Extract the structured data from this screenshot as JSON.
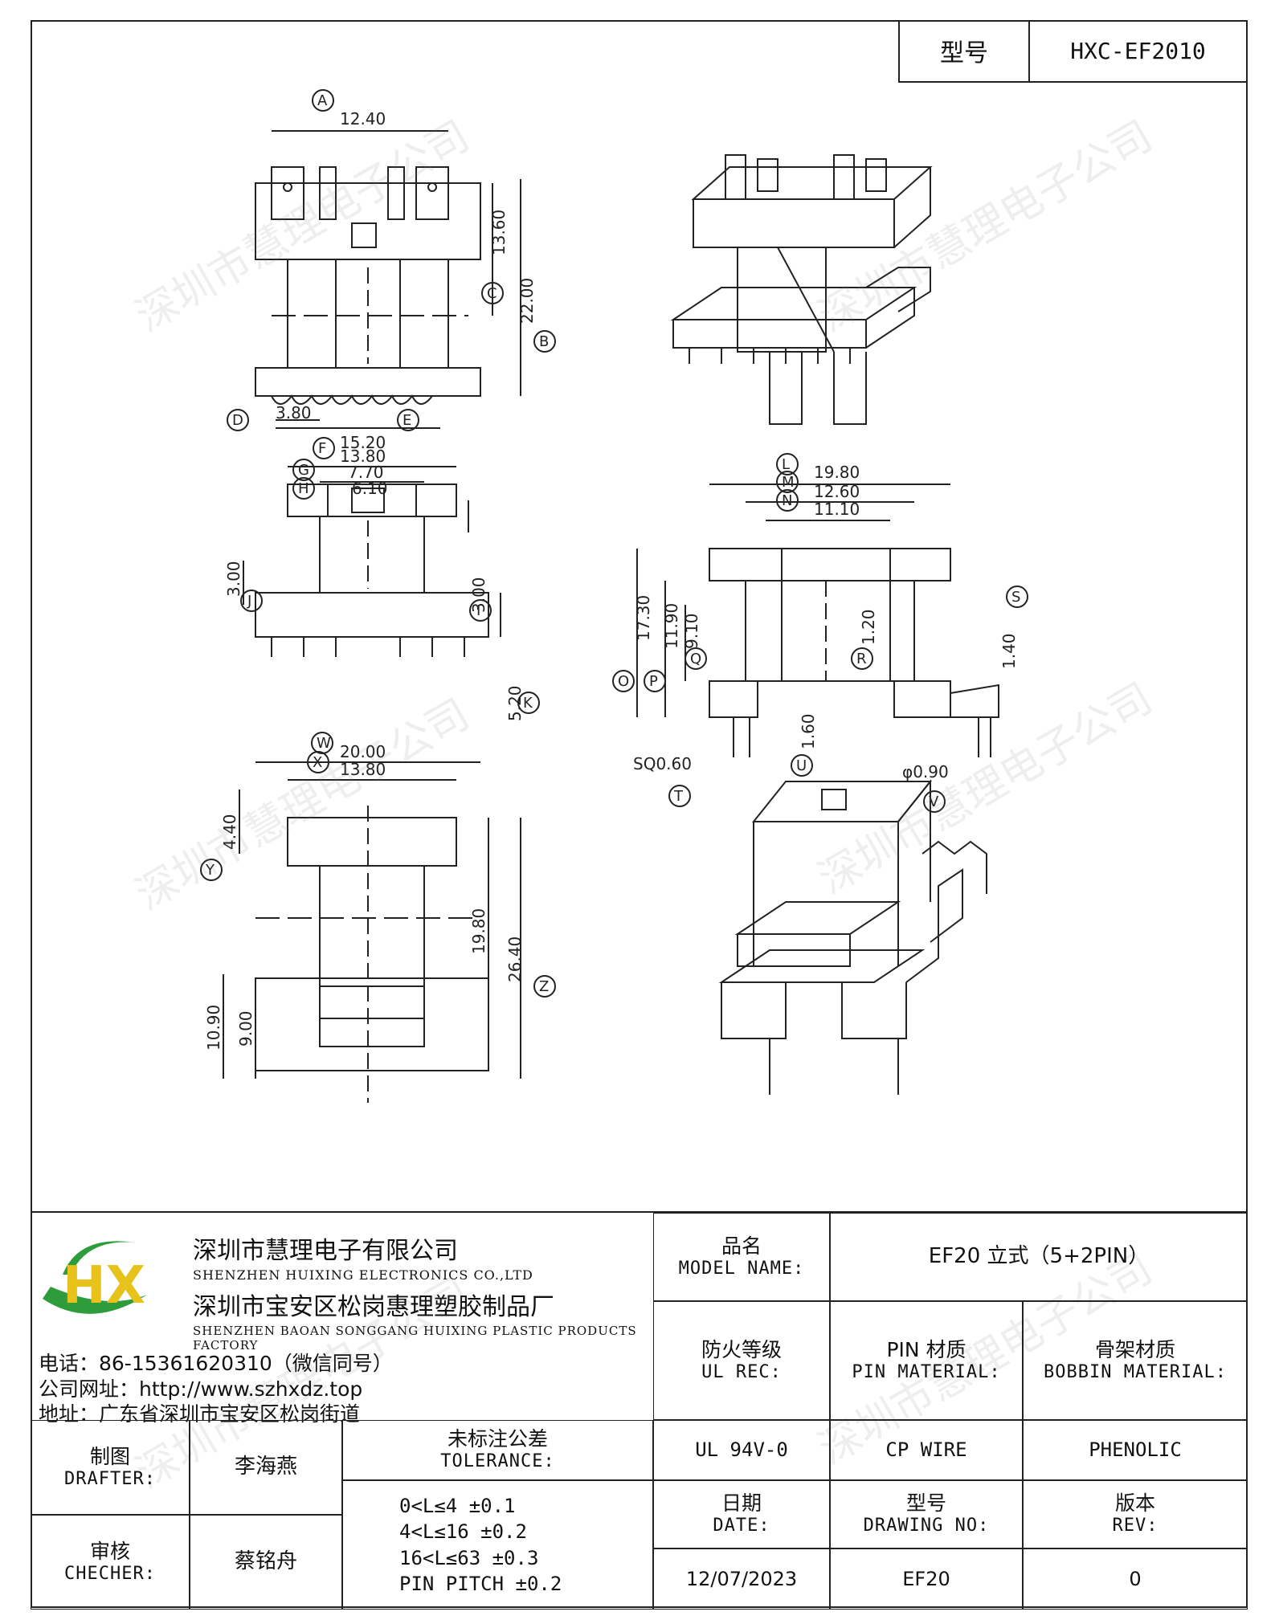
{
  "header": {
    "model_key": "型号",
    "model_value": "HXC-EF2010"
  },
  "drawing": {
    "top_view": {
      "dims": [
        "12.40",
        "13.60",
        "22.00",
        "3.80",
        "15.20"
      ],
      "tags": [
        "A",
        "B",
        "C",
        "D",
        "E"
      ]
    },
    "side_view": {
      "dims": [
        "13.80",
        "7.70",
        "6.10",
        "3.00",
        "3.00",
        "5.20"
      ],
      "tags": [
        "F",
        "G",
        "H",
        "I",
        "J",
        "K"
      ]
    },
    "front_view": {
      "dims": [
        "19.80",
        "12.60",
        "11.10",
        "17.30",
        "11.90",
        "9.10",
        "1.20",
        "1.40",
        "1.60",
        "SQ0.60",
        "φ0.90"
      ],
      "tags": [
        "L",
        "M",
        "N",
        "O",
        "P",
        "Q",
        "R",
        "S",
        "T",
        "U",
        "V"
      ]
    },
    "bottom_view": {
      "dims": [
        "20.00",
        "13.80",
        "4.40",
        "19.80",
        "26.40",
        "10.90",
        "9.00"
      ],
      "tags": [
        "W",
        "X",
        "Y",
        "Z"
      ]
    }
  },
  "watermark": "深圳市慧理电子公司",
  "company": {
    "logo_text": "HX",
    "name_cn": "深圳市慧理电子有限公司",
    "name_en": "SHENZHEN HUIXING ELECTRONICS CO.,LTD",
    "factory_cn": "深圳市宝安区松岗惠理塑胶制品厂",
    "factory_en": "SHENZHEN BAOAN SONGGANG HUIXING PLASTIC PRODUCTS FACTORY",
    "phone": "电话：86-15361620310（微信同号）",
    "website": "公司网址：http://www.szhxdz.top",
    "address": "地址：广东省深圳市宝安区松岗街道"
  },
  "title_block": {
    "model_name_cn": "品名",
    "model_name_en": "MODEL NAME:",
    "model_name_value": "EF20 立式（5+2PIN）",
    "ul_cn": "防火等级",
    "ul_en": "UL REC:",
    "pin_cn": "PIN 材质",
    "pin_en": "PIN MATERIAL:",
    "bobbin_cn": "骨架材质",
    "bobbin_en": "BOBBIN MATERIAL:",
    "ul_value": "UL 94V-0",
    "pin_value": "CP WIRE",
    "bobbin_value": "PHENOLIC",
    "drafter_cn": "制图",
    "drafter_en": "DRAFTER:",
    "drafter_value": "李海燕",
    "checker_cn": "审核",
    "checker_en": "CHECHER:",
    "checker_value": "蔡铭舟",
    "tolerance_cn": "未标注公差",
    "tolerance_en": "TOLERANCE:",
    "tolerances": [
      "0<L≤4  ±0.1",
      "4<L≤16 ±0.2",
      "16<L≤63 ±0.3",
      "PIN PITCH ±0.2"
    ],
    "date_cn": "日期",
    "date_en": "DATE:",
    "date_value": "12/07/2023",
    "drawing_cn": "型号",
    "drawing_en": "DRAWING NO:",
    "drawing_value": "EF20",
    "rev_cn": "版本",
    "rev_en": "REV:",
    "rev_value": "0"
  },
  "colors": {
    "logo_green": "#2e9c3a",
    "logo_yellow": "#e6c21a",
    "line": "#222222"
  }
}
